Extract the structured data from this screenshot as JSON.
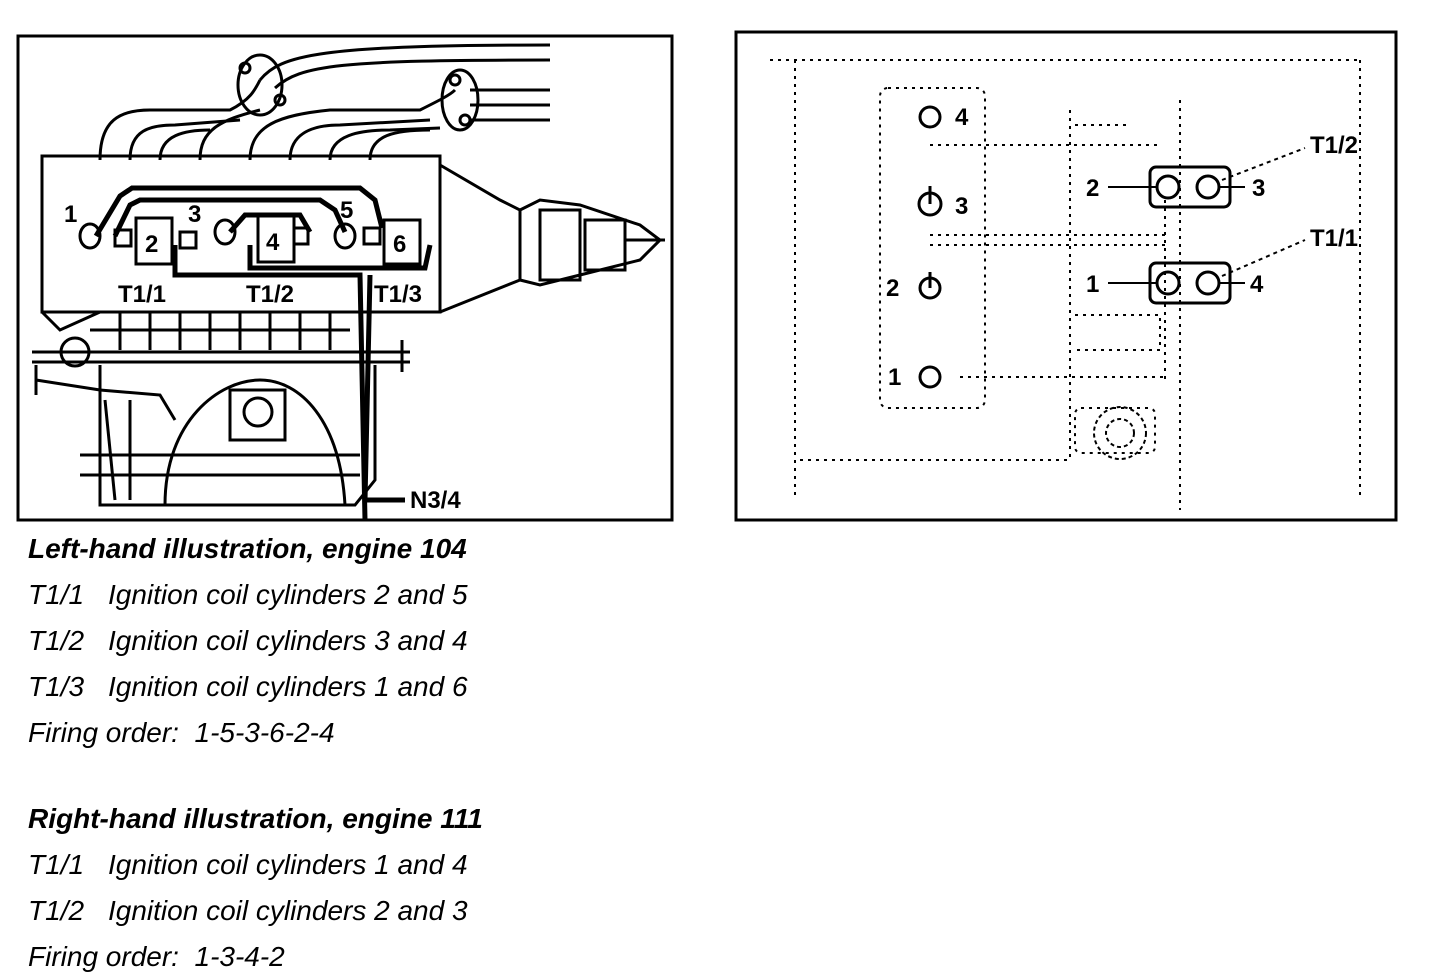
{
  "left_figure": {
    "cylinder_labels": [
      "1",
      "3",
      "5"
    ],
    "coil_numbers": [
      "2",
      "4",
      "6"
    ],
    "coil_labels": [
      "T1/1",
      "T1/2",
      "T1/3"
    ],
    "sensor_label": "N3/4"
  },
  "right_figure": {
    "coil_labels": [
      "T1/2",
      "T1/1"
    ],
    "cylinder_labels_left": [
      "4",
      "3",
      "2",
      "1"
    ],
    "coil_t12_terminals": [
      "2",
      "3"
    ],
    "coil_t11_terminals": [
      "1",
      "4"
    ]
  },
  "caption_left": {
    "heading": "Left-hand illustration, engine 104",
    "items": [
      {
        "code": "T1/1",
        "text": "Ignition coil cylinders 2 and 5"
      },
      {
        "code": "T1/2",
        "text": "Ignition coil cylinders 3 and 4"
      },
      {
        "code": "T1/3",
        "text": "Ignition coil cylinders 1 and 6"
      }
    ],
    "firing_order": "Firing order:  1-5-3-6-2-4"
  },
  "caption_right": {
    "heading": "Right-hand illustration, engine 111",
    "items": [
      {
        "code": "T1/1",
        "text": "Ignition coil cylinders 1 and 4"
      },
      {
        "code": "T1/2",
        "text": "Ignition coil cylinders 2 and 3"
      }
    ],
    "firing_order": "Firing order:  1-3-4-2"
  }
}
